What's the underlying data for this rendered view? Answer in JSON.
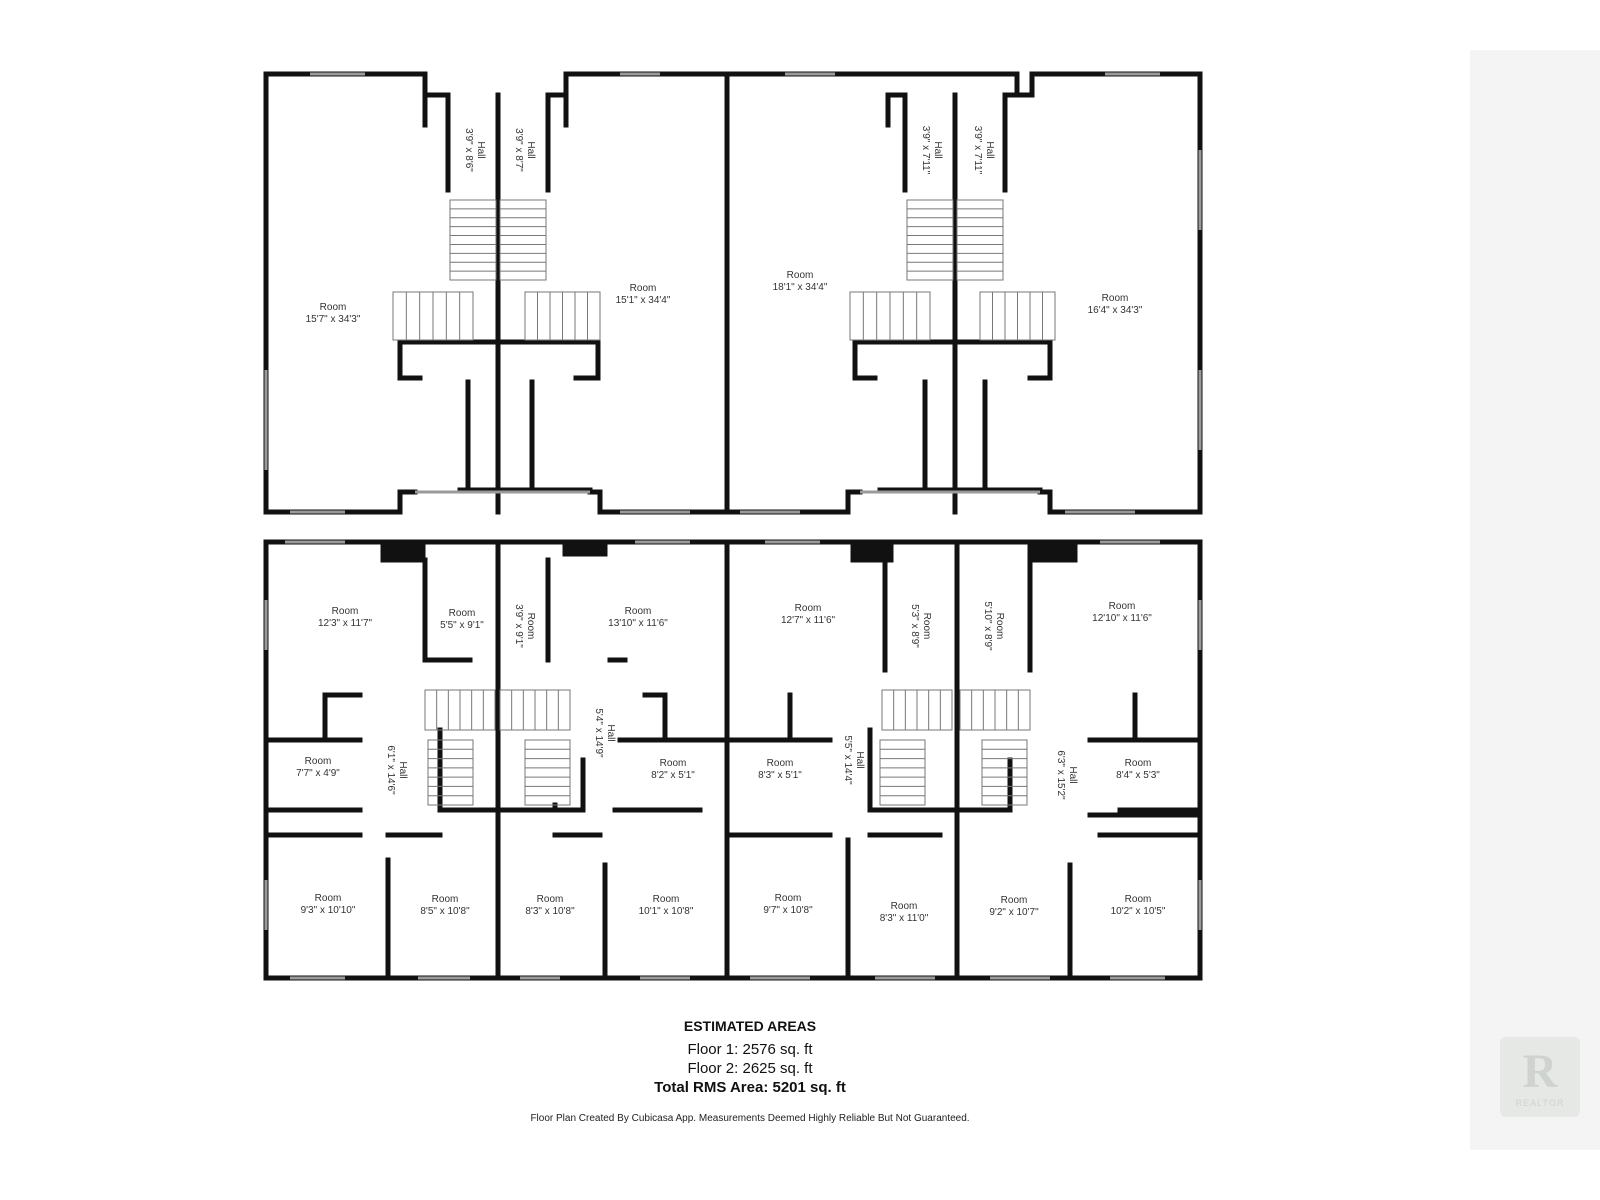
{
  "colors": {
    "wall": "#111111",
    "window": "#9a9a9a",
    "label": "#333333",
    "side_panel": "#f3f4f3"
  },
  "upper_floor": {
    "halls": [
      {
        "name": "Hall",
        "dims": "3'9\" x 8'6\""
      },
      {
        "name": "Hall",
        "dims": "3'9\" x 8'7\""
      },
      {
        "name": "Hall",
        "dims": "3'9\" x 7'11\""
      },
      {
        "name": "Hall",
        "dims": "3'9\" x 7'11\""
      }
    ],
    "rooms": [
      {
        "name": "Room",
        "dims": "15'7\" x 34'3\""
      },
      {
        "name": "Room",
        "dims": "15'1\" x 34'4\""
      },
      {
        "name": "Room",
        "dims": "18'1\" x 34'4\""
      },
      {
        "name": "Room",
        "dims": "16'4\" x 34'3\""
      }
    ]
  },
  "lower_floor": {
    "rooms": [
      {
        "name": "Room",
        "dims": "12'3\" x 11'7\""
      },
      {
        "name": "Room",
        "dims": "5'5\" x 9'1\""
      },
      {
        "name": "Room",
        "dims": "3'9\" x 9'1\""
      },
      {
        "name": "Room",
        "dims": "13'10\" x 11'6\""
      },
      {
        "name": "Room",
        "dims": "12'7\" x 11'6\""
      },
      {
        "name": "Room",
        "dims": "5'3\" x 8'9\""
      },
      {
        "name": "Room",
        "dims": "5'10\" x 8'9\""
      },
      {
        "name": "Room",
        "dims": "12'10\" x 11'6\""
      },
      {
        "name": "Room",
        "dims": "7'7\" x 4'9\""
      },
      {
        "name": "Room",
        "dims": "8'2\" x 5'1\""
      },
      {
        "name": "Room",
        "dims": "8'3\" x 5'1\""
      },
      {
        "name": "Room",
        "dims": "8'4\" x 5'3\""
      },
      {
        "name": "Room",
        "dims": "9'3\" x 10'10\""
      },
      {
        "name": "Room",
        "dims": "8'5\" x 10'8\""
      },
      {
        "name": "Room",
        "dims": "8'3\" x 10'8\""
      },
      {
        "name": "Room",
        "dims": "10'1\" x 10'8\""
      },
      {
        "name": "Room",
        "dims": "9'7\" x 10'8\""
      },
      {
        "name": "Room",
        "dims": "8'3\" x 11'0\""
      },
      {
        "name": "Room",
        "dims": "9'2\" x 10'7\""
      },
      {
        "name": "Room",
        "dims": "10'2\" x 10'5\""
      }
    ],
    "halls": [
      {
        "name": "Hall",
        "dims": "6'1\" x 14'6\""
      },
      {
        "name": "Hall",
        "dims": "5'4\" x 14'9\""
      },
      {
        "name": "Hall",
        "dims": "5'5\" x 14'4\""
      },
      {
        "name": "Hall",
        "dims": "6'3\" x 15'2\""
      }
    ]
  },
  "areas": {
    "heading": "ESTIMATED AREAS",
    "floor1": "Floor 1: 2576 sq. ft",
    "floor2": "Floor 2: 2625 sq. ft",
    "total": "Total RMS Area: 5201 sq. ft"
  },
  "disclaimer": "Floor Plan Created By Cubicasa App. Measurements Deemed Highly Reliable But Not Guaranteed.",
  "logo": {
    "mark": "R",
    "word": "REALTOR",
    "icon": "realtor-logo-icon"
  }
}
